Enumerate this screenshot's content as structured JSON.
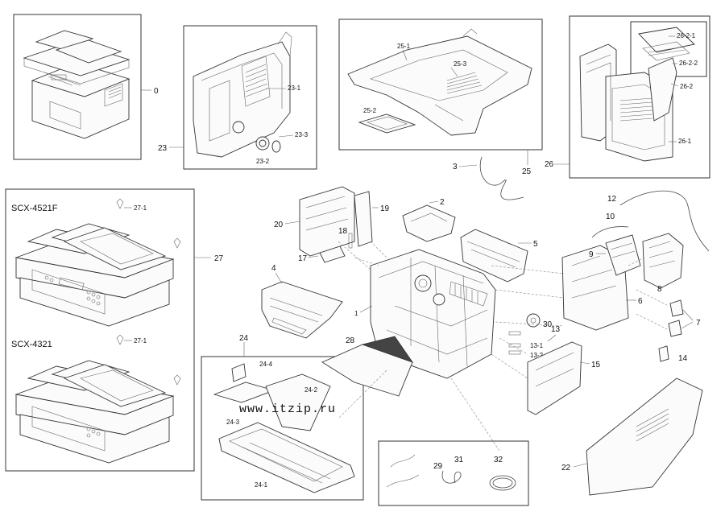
{
  "watermark": "www.itzip.ru",
  "models": [
    "SCX-4521F",
    "SCX-4321"
  ],
  "labels": {
    "p0": "0",
    "p1": "1",
    "p2": "2",
    "p3": "3",
    "p4": "4",
    "p5": "5",
    "p6": "6",
    "p7": "7",
    "p8": "8",
    "p9": "9",
    "p10": "10",
    "p12": "12",
    "p13": "13",
    "p13_1": "13-1",
    "p13_2": "13-2",
    "p14": "14",
    "p15": "15",
    "p17": "17",
    "p18": "18",
    "p19": "19",
    "p20": "20",
    "p22": "22",
    "p23": "23",
    "p23_1": "23-1",
    "p23_2": "23-2",
    "p23_3": "23-3",
    "p24": "24",
    "p24_1": "24-1",
    "p24_2": "24-2",
    "p24_3": "24-3",
    "p24_4": "24-4",
    "p25": "25",
    "p25_1": "25-1",
    "p25_2": "25-2",
    "p25_3": "25-3",
    "p26": "26",
    "p26_1": "26-1",
    "p26_2": "26-2",
    "p26_2_1": "26-2-1",
    "p26_2_2": "26-2-2",
    "p27": "27",
    "p27_1a": "27-1",
    "p27_1b": "27-1",
    "p28": "28",
    "p29": "29",
    "p30": "30",
    "p31": "31",
    "p32": "32"
  }
}
